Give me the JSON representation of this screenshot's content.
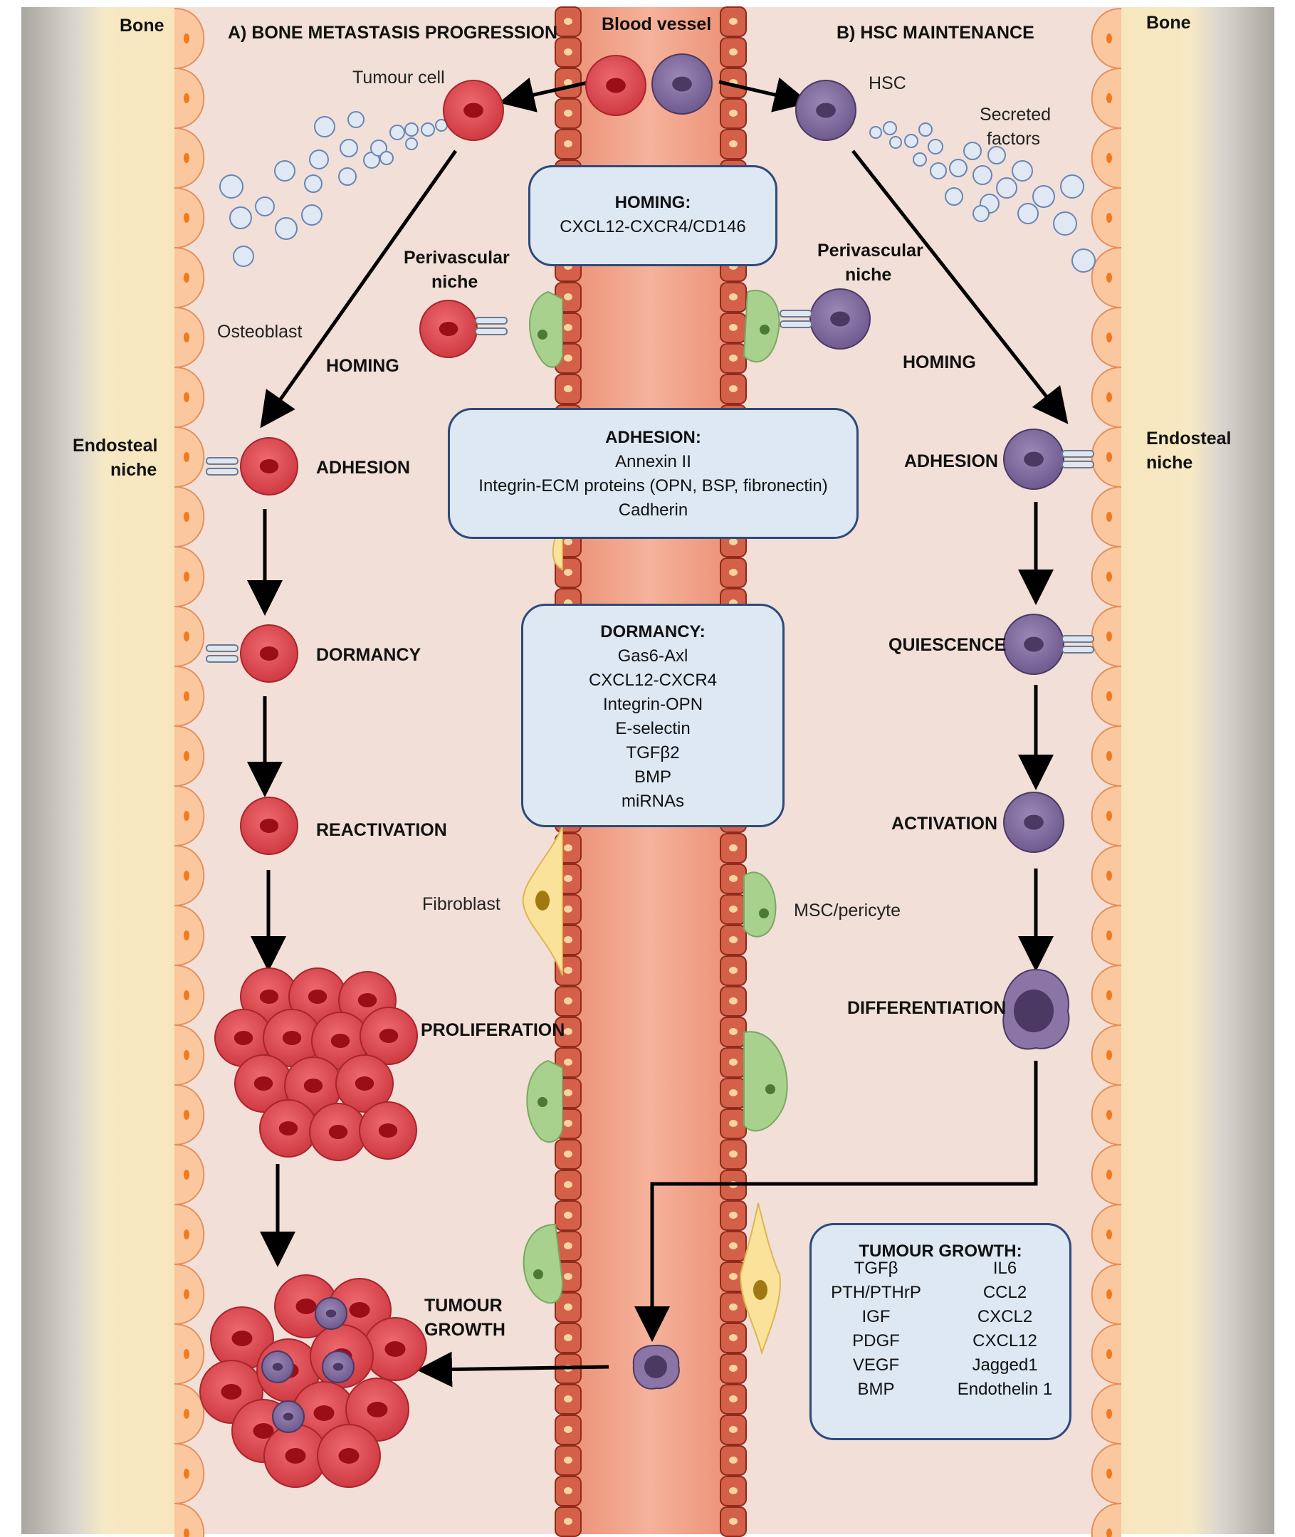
{
  "labels": {
    "bone_left": "Bone",
    "bone_right": "Bone",
    "section_a": "A) BONE METASTASIS PROGRESSION",
    "section_b": "B) HSC MAINTENANCE",
    "blood_vessel": "Blood vessel",
    "tumour_cell": "Tumour cell",
    "hsc": "HSC",
    "secreted_factors_1": "Secreted",
    "secreted_factors_2": "factors",
    "perivascular_left_1": "Perivascular",
    "perivascular_left_2": "niche",
    "perivascular_right_1": "Perivascular",
    "perivascular_right_2": "niche",
    "osteoblast": "Osteoblast",
    "endosteal_left_1": "Endosteal",
    "endosteal_left_2": "niche",
    "endosteal_right_1": "Endosteal",
    "endosteal_right_2": "niche",
    "fibroblast": "Fibroblast",
    "msc_pericyte": "MSC/pericyte"
  },
  "left_steps": {
    "homing": "HOMING",
    "adhesion": "ADHESION",
    "dormancy": "DORMANCY",
    "reactivation": "REACTIVATION",
    "proliferation": "PROLIFERATION",
    "tumour_growth_1": "TUMOUR",
    "tumour_growth_2": "GROWTH"
  },
  "right_steps": {
    "homing": "HOMING",
    "adhesion": "ADHESION",
    "quiescence": "QUIESCENCE",
    "activation": "ACTIVATION",
    "differentiation": "DIFFERENTIATION"
  },
  "boxes": {
    "homing": {
      "title": "HOMING:",
      "lines": [
        "CXCL12-CXCR4/CD146"
      ]
    },
    "adhesion": {
      "title": "ADHESION:",
      "lines": [
        "Annexin II",
        "Integrin-ECM proteins (OPN, BSP, fibronectin)",
        "Cadherin"
      ]
    },
    "dormancy": {
      "title": "DORMANCY:",
      "lines": [
        "Gas6-Axl",
        "CXCL12-CXCR4",
        "Integrin-OPN",
        "E-selectin",
        "TGFβ2",
        "BMP",
        "miRNAs"
      ]
    },
    "tumour_growth": {
      "title": "TUMOUR GROWTH:",
      "left": [
        "TGFβ",
        "PTH/PTHrP",
        "IGF",
        "PDGF",
        "VEGF",
        "BMP"
      ],
      "right": [
        "IL6",
        "CCL2",
        "CXCL2",
        "CXCL12",
        "Jagged1",
        "Endothelin 1"
      ]
    }
  },
  "colors": {
    "bone": "#f7e8c2",
    "bone_shadow": "#b3b0a8",
    "marrow": "#f1dfd8",
    "vessel": "#f2a48b",
    "endothelial": "#d4604a",
    "osteoblast": "#fbc79e",
    "tumour_cell": "#de4b52",
    "tumour_nucleus": "#9b0d17",
    "hsc": "#8a75a6",
    "hsc_nucleus": "#4b3963",
    "msc": "#a9d18e",
    "fibroblast": "#fbe29a",
    "box_fill": "#dde8f3",
    "box_border": "#2e4a7c"
  }
}
